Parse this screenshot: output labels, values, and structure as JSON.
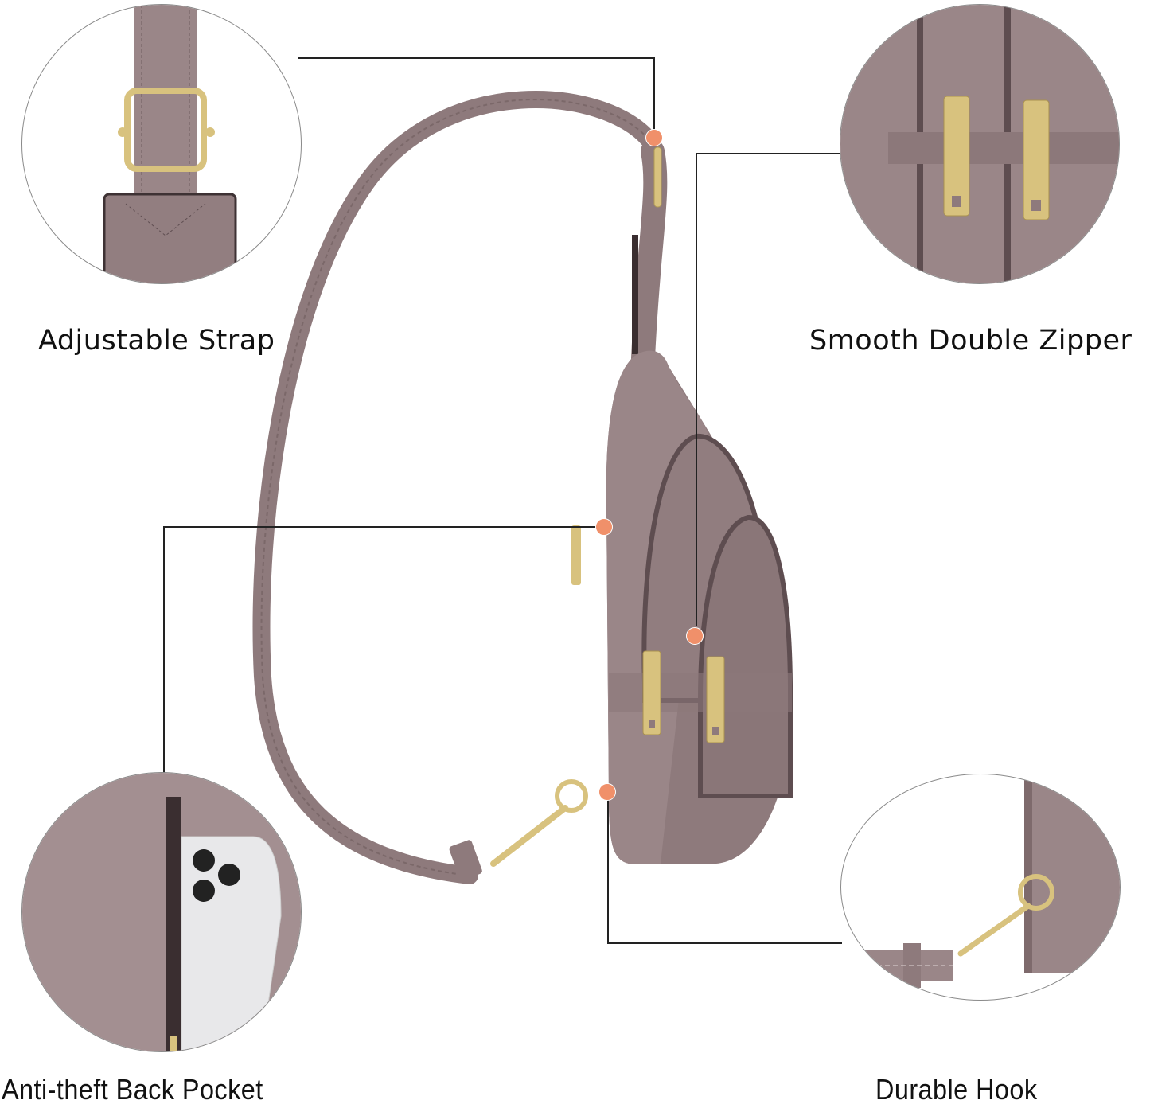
{
  "features": [
    {
      "id": "adjustable-strap",
      "label": "Adjustable Strap"
    },
    {
      "id": "double-zipper",
      "label": "Smooth Double Zipper"
    },
    {
      "id": "back-pocket",
      "label": "Anti-theft Back Pocket"
    },
    {
      "id": "durable-hook",
      "label": "Durable Hook"
    }
  ],
  "colors": {
    "leather": "#8e7a7c",
    "leather_light": "#a38f91",
    "leather_dark": "#6e5c5e",
    "gold": "#d8c27e",
    "marker": "#f0906a",
    "line": "#222222",
    "circle_border": "#8a8a8a"
  }
}
